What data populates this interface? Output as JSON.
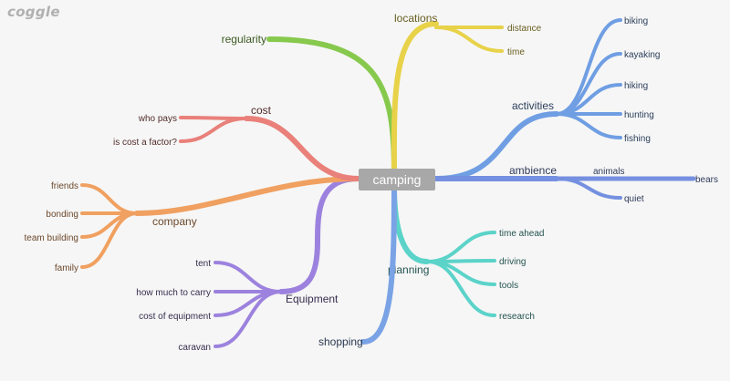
{
  "app": {
    "logo": "coggle"
  },
  "center": {
    "label": "camping"
  },
  "colors": {
    "regularity": "#86c94d",
    "locations": "#e8d249",
    "activities": "#6f9ee3",
    "ambience": "#7590e0",
    "planning": "#5bd3c9",
    "shopping": "#7aa3e6",
    "equipment": "#9c82de",
    "company": "#f0a060",
    "cost": "#e9807a"
  },
  "branches": {
    "regularity": {
      "label": "regularity"
    },
    "locations": {
      "label": "locations",
      "children": [
        "distance",
        "time"
      ]
    },
    "activities": {
      "label": "activities",
      "children": [
        "biking",
        "kayaking",
        "hiking",
        "hunting",
        "fishing"
      ]
    },
    "ambience": {
      "label": "ambience",
      "children": [
        "animals",
        "quiet"
      ],
      "grandchild": "bears"
    },
    "planning": {
      "label": "planning",
      "children": [
        "time ahead",
        "driving",
        "tools",
        "research"
      ]
    },
    "shopping": {
      "label": "shopping"
    },
    "equipment": {
      "label": "Equipment",
      "children": [
        "tent",
        "how much to carry",
        "cost of equipment",
        "caravan"
      ]
    },
    "company": {
      "label": "company",
      "children": [
        "friends",
        "bonding",
        "team building",
        "family"
      ]
    },
    "cost": {
      "label": "cost",
      "children": [
        "who pays",
        "is cost a factor?"
      ]
    }
  }
}
